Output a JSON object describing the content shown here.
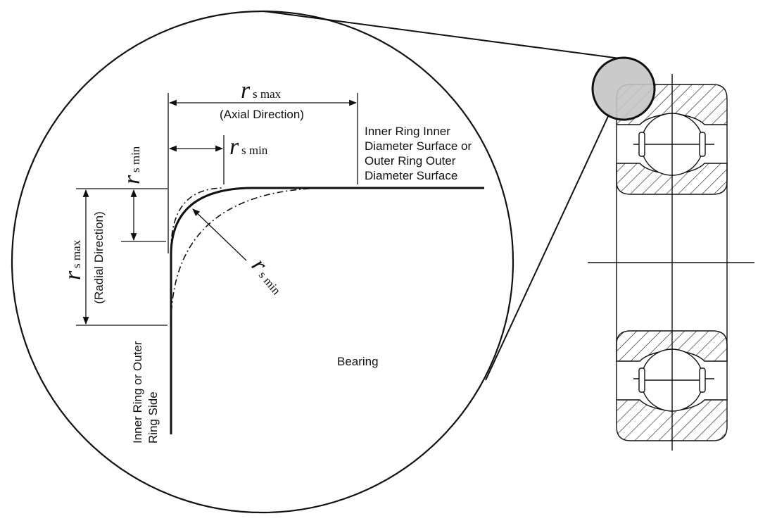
{
  "labels": {
    "r_symbol": "r",
    "sub_s_max": "s max",
    "sub_s_min": "s min",
    "axial_direction": "(Axial Direction)",
    "radial_direction": "(Radial Direction)",
    "surface_line1": "Inner Ring Inner",
    "surface_line2": "Diameter Surface or",
    "surface_line3": "Outer Ring Outer",
    "surface_line4": "Diameter Surface",
    "bearing": "Bearing",
    "side_line1": "Inner Ring or Outer",
    "side_line2": "Ring Side"
  },
  "colors": {
    "stroke": "#111111",
    "zoom_fill": "#c4c4c4",
    "background": "#ffffff"
  }
}
